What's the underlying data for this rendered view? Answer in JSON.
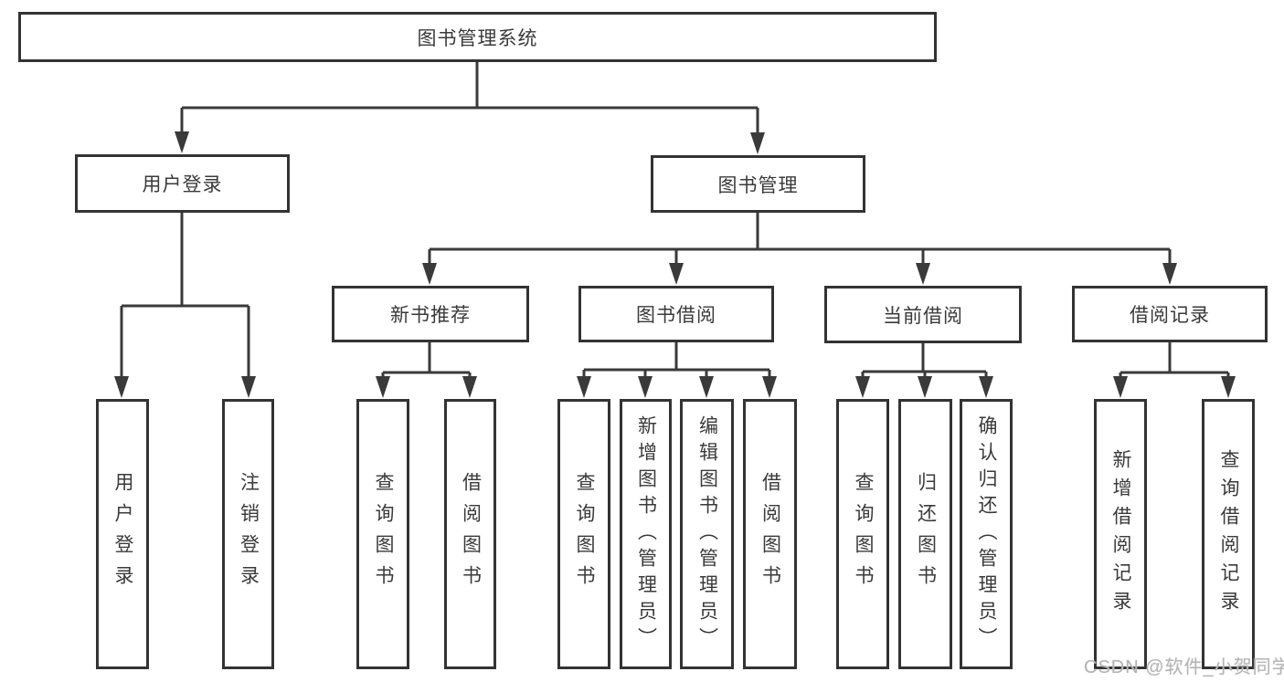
{
  "diagram": {
    "colors": {
      "line": "#3a3a3a",
      "border": "#333333",
      "text": "#3a3a3a",
      "watermark": "#b5b5b5",
      "background": "#ffffff"
    },
    "root": {
      "label": "图书管理系统"
    },
    "level2": [
      {
        "label": "用户登录",
        "children": [
          {
            "label": "用户登录"
          },
          {
            "label": "注销登录"
          }
        ]
      },
      {
        "label": "图书管理",
        "children": [
          {
            "label": "新书推荐",
            "children": [
              {
                "label": "查询图书"
              },
              {
                "label": "借阅图书"
              }
            ]
          },
          {
            "label": "图书借阅",
            "children": [
              {
                "label": "查询图书"
              },
              {
                "label": "新增图书（管理员）"
              },
              {
                "label": "编辑图书（管理员）"
              },
              {
                "label": "借阅图书"
              }
            ]
          },
          {
            "label": "当前借阅",
            "children": [
              {
                "label": "查询图书"
              },
              {
                "label": "归还图书"
              },
              {
                "label": "确认归还（管理员）"
              }
            ]
          },
          {
            "label": "借阅记录",
            "children": [
              {
                "label": "新增借阅记录"
              },
              {
                "label": "查询借阅记录"
              }
            ]
          }
        ]
      }
    ],
    "watermark": {
      "text": "CSDN @软件_小贺同学"
    }
  }
}
